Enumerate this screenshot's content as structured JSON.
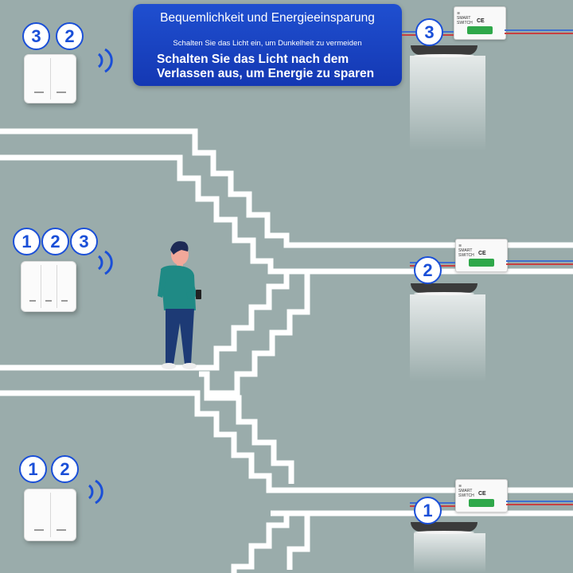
{
  "banner": {
    "title": "Bequemlichkeit und Energieeinsparung",
    "line1": "Schalten Sie das Licht ein, um Dunkelheit zu vermeiden",
    "line2a": "Schalten Sie das Licht nach dem",
    "line2b": "Verlassen aus, um Energie zu sparen"
  },
  "floors": [
    {
      "switch_badges": [
        "3",
        "2"
      ],
      "module_badge": "3"
    },
    {
      "switch_badges": [
        "1",
        "2",
        "3"
      ],
      "module_badge": "2"
    },
    {
      "switch_badges": [
        "1",
        "2"
      ],
      "module_badge": "1"
    }
  ],
  "colors": {
    "wall": "#9aacab",
    "accent_blue": "#1a4fd8",
    "banner_blue": "#1a40c0",
    "shirt": "#1f8a85",
    "pants": "#1d3a75",
    "terminal_green": "#2fa84a"
  },
  "icons": [
    "wireless-signal-icon",
    "wall-switch-icon",
    "ceiling-lamp-icon",
    "relay-module-icon",
    "person-with-phone-icon"
  ]
}
